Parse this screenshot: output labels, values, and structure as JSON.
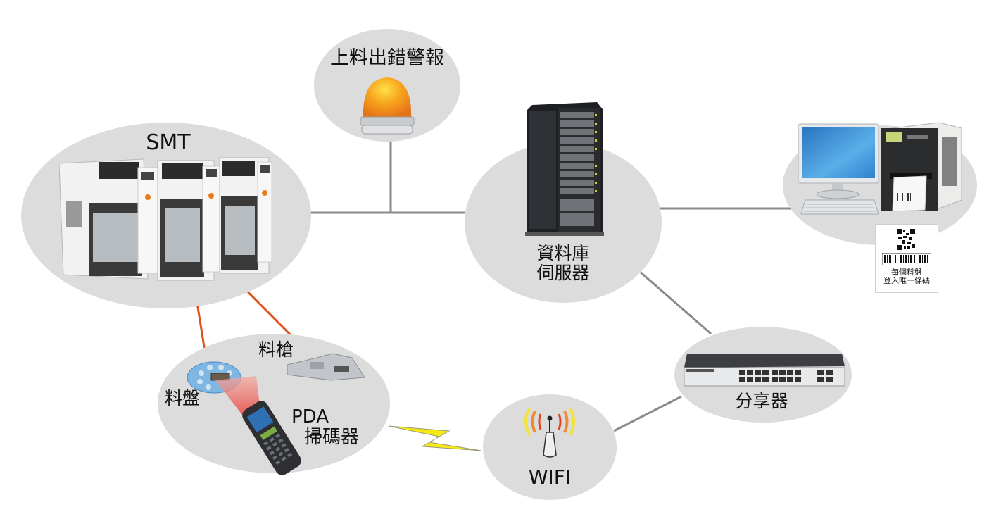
{
  "nodes": {
    "alarm": {
      "label": "上料出錯警報"
    },
    "smt": {
      "label": "SMT"
    },
    "server": {
      "label_line1": "資料庫",
      "label_line2": "伺服器"
    },
    "station": {
      "barcode_label_line1": "每個料盤",
      "barcode_label_line2": "登入唯一條碼"
    },
    "switch": {
      "label": "分享器"
    },
    "wifi": {
      "label": "WIFI"
    },
    "pda_group": {
      "reel_label": "料盤",
      "feeder_label": "料槍",
      "pda_label_line1": "PDA",
      "pda_label_line2": "掃碼器"
    }
  },
  "icons": [
    "alarm-beacon-icon",
    "smt-machine-icon",
    "server-rack-icon",
    "computer-icon",
    "label-printer-icon",
    "qr-code-icon",
    "barcode-icon",
    "network-switch-icon",
    "wifi-antenna-icon",
    "material-reel-icon",
    "feeder-icon",
    "pda-scanner-icon",
    "lightning-bolt-icon"
  ],
  "colors": {
    "node_fill": "#dcdcdc",
    "link": "#8a8a8a",
    "scan_link": "#e0521c",
    "beacon": "#f39a1e",
    "bolt": "#f5ea14",
    "screen": "#3f8fd6"
  }
}
